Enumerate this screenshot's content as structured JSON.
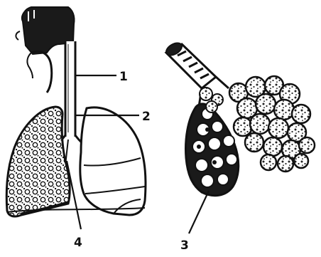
{
  "labels": {
    "one": "1",
    "two": "2",
    "three": "3",
    "four": "4"
  },
  "colors": {
    "ink": "#111111",
    "dark_fill": "#1a1a1a",
    "light_fill": "#ffffff",
    "speckle": "#333333"
  },
  "icons": {
    "left_figure": "respiratory-system-drawing",
    "right_figure": "bronchiole-alveoli-drawing"
  }
}
